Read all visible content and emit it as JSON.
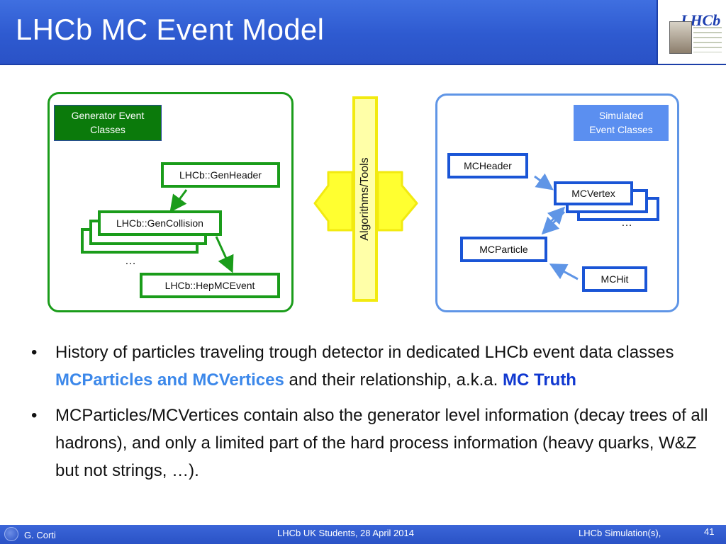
{
  "slide": {
    "title": "LHCb MC Event Model",
    "logo_text": "LHCb"
  },
  "diagram": {
    "generator": {
      "tag_line1": "Generator Event",
      "tag_line2": "Classes",
      "gen_header": "LHCb::GenHeader",
      "gen_collision": "LHCb::GenCollision",
      "ellipsis": "…",
      "hepmc_event": "LHCb::HepMCEvent"
    },
    "middle": {
      "label": "Algorithms/Tools"
    },
    "simulated": {
      "tag_line1": "Simulated",
      "tag_line2": "Event Classes",
      "mc_header": "MCHeader",
      "mc_vertex": "MCVertex",
      "ellipsis": "…",
      "mc_particle": "MCParticle",
      "mc_hit": "MCHit"
    }
  },
  "bullets": [
    {
      "part1": "History of particles traveling trough detector in dedicated LHCb event data classes ",
      "highlight1": "MCParticles and MCVertices",
      "part2": " and their relationship, a.k.a. ",
      "highlight2": "MC Truth"
    },
    {
      "text": "MCParticles/MCVertices contain also the generator level information (decay trees of all hadrons), and only a limited part of the hard process information (heavy quarks, W&Z  but not strings, …)."
    }
  ],
  "bullet_marker": "•",
  "footer": {
    "author": "G. Corti",
    "event": "LHCb UK Students, 28 April 2014",
    "topic": "LHCb Simulation(s),",
    "page": "41"
  },
  "colors": {
    "title_bar": "#2e5ad0",
    "generator_green": "#1a9c1a",
    "simulated_blue": "#1a55d6",
    "highlight_light_blue": "#3c88ea",
    "highlight_dark_blue": "#1038d0",
    "arrow_yellow": "#f2ea10"
  }
}
